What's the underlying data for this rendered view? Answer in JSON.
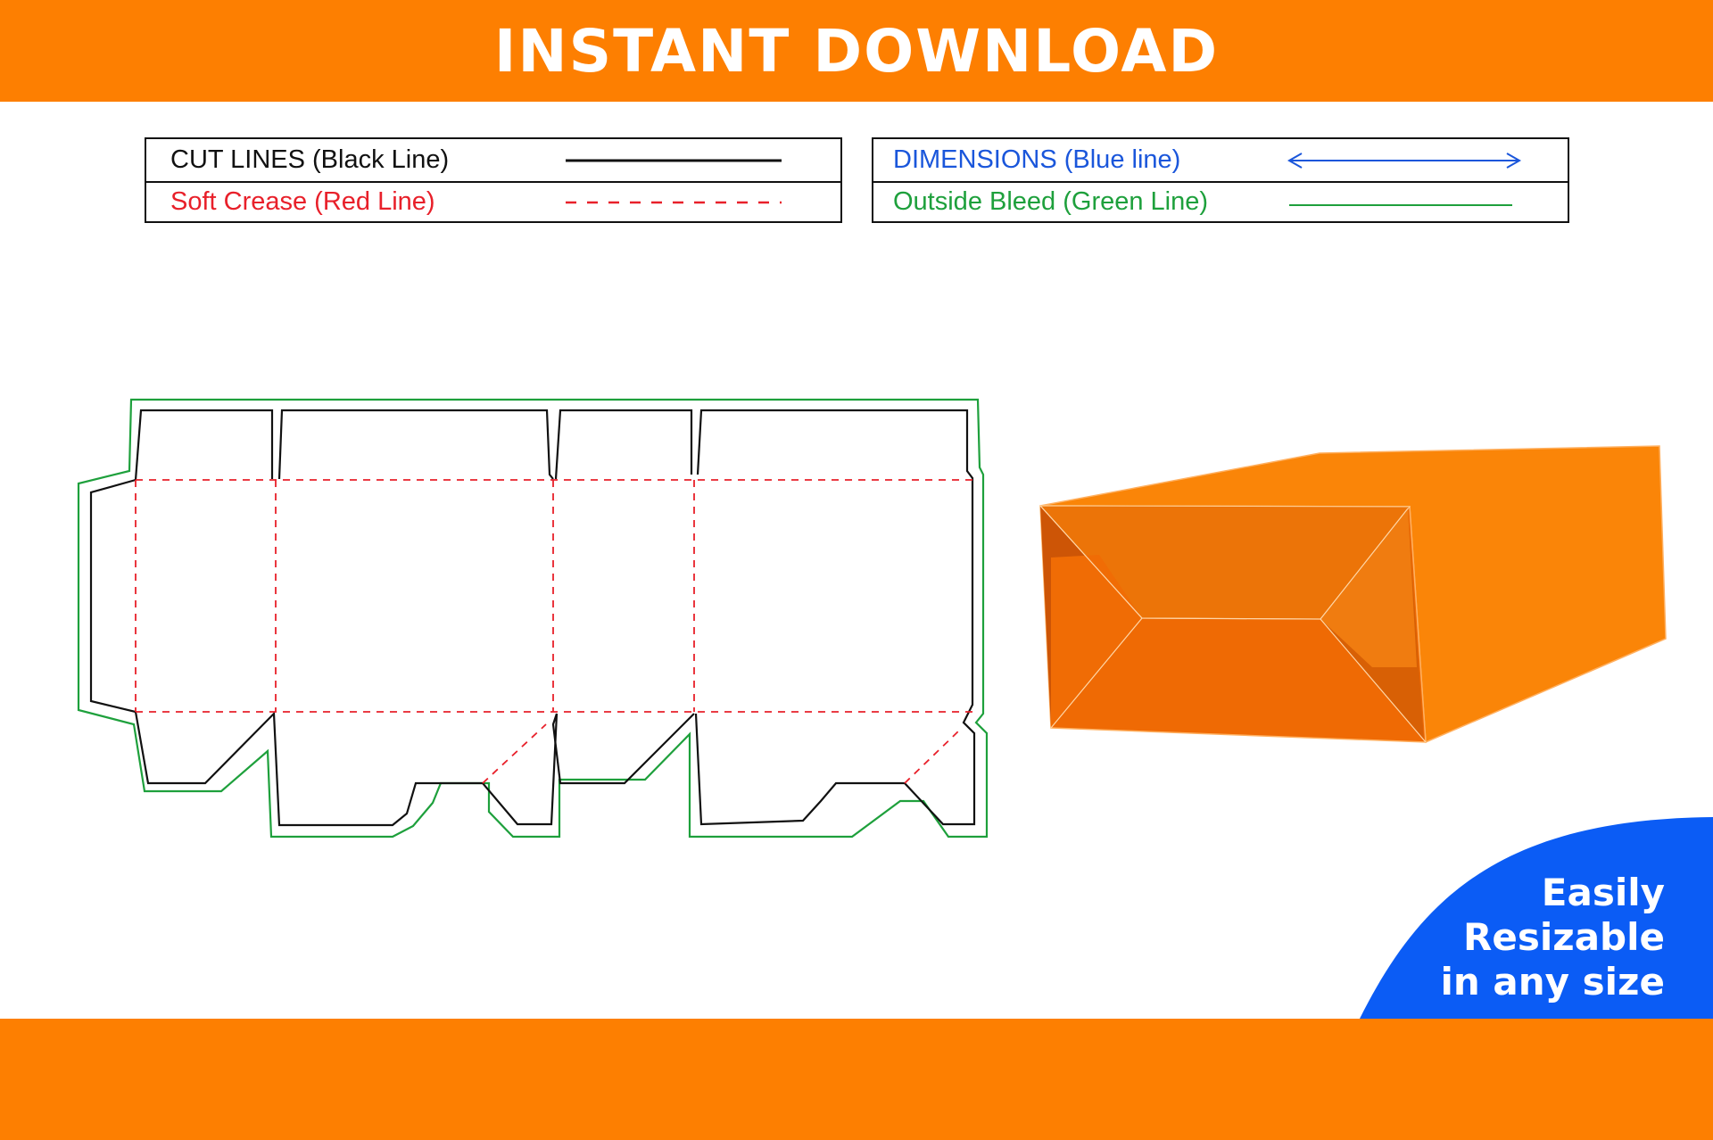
{
  "header": {
    "title": "INSTANT DOWNLOAD"
  },
  "legend": {
    "cut_lines": {
      "label": "CUT LINES (Black Line)",
      "color": "#111111"
    },
    "soft_crease": {
      "label": "Soft Crease (Red Line)",
      "color": "#e8202a"
    },
    "dimensions": {
      "label": "DIMENSIONS (Blue line)",
      "color": "#1a56db"
    },
    "outside_bleed": {
      "label": "Outside Bleed (Green Line)",
      "color": "#1ea03c"
    }
  },
  "badge": {
    "lines": [
      "Easily",
      "Resizable",
      "in any size"
    ],
    "color": "#0b5cf5"
  },
  "colors": {
    "banner": "#fd7f01",
    "box_main": "#fa8508",
    "box_inner": "#ef6a04",
    "box_dark": "#cd5506"
  }
}
